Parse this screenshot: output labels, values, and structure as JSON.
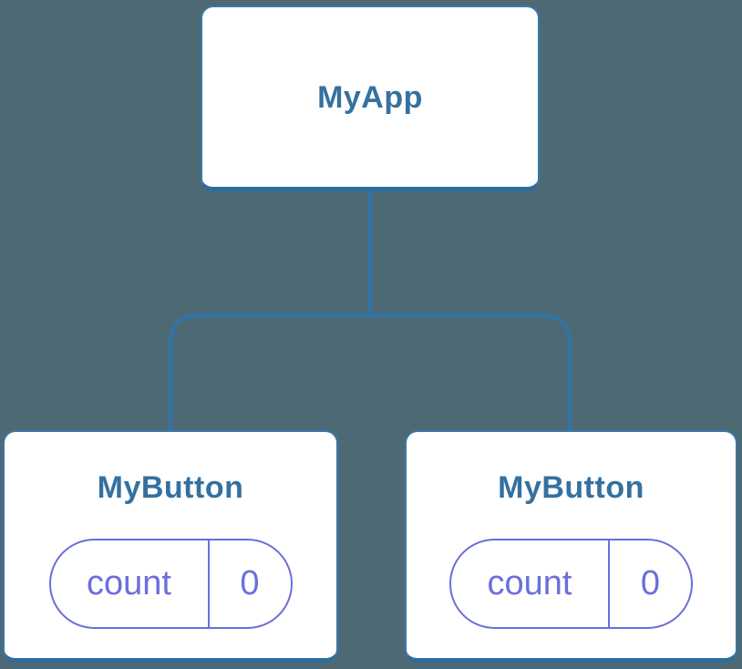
{
  "diagram": {
    "description": "React component tree diagram: parent component with two child components each holding isolated state",
    "root": {
      "label": "MyApp"
    },
    "children": [
      {
        "label": "MyButton",
        "state": {
          "key": "count",
          "value": "0"
        }
      },
      {
        "label": "MyButton",
        "state": {
          "key": "count",
          "value": "0"
        }
      }
    ],
    "colors": {
      "background": "#4d6973",
      "node_border": "#3b77a9",
      "node_border_bottom": "#2d6c9e",
      "node_text": "#35719f",
      "connector": "#3173a4",
      "state_accent": "#6a6fdb"
    }
  }
}
